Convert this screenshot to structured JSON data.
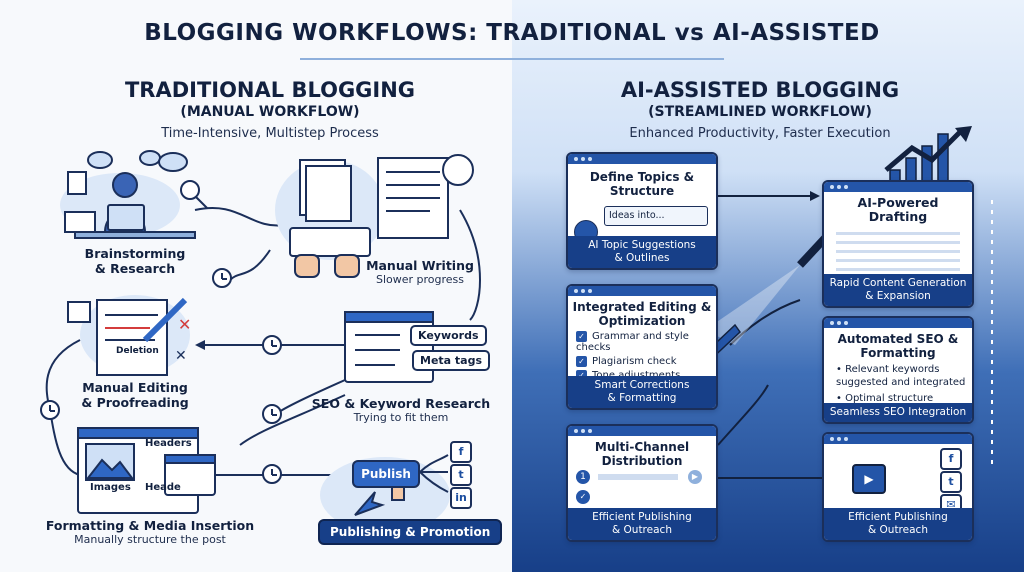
{
  "title": "BLOGGING WORKFLOWS: TRADITIONAL vs AI-ASSISTED",
  "traditional": {
    "heading": "TRADITIONAL BLOGGING",
    "subheading": "(MANUAL WORKFLOW)",
    "tagline": "Time-Intensive, Multistep Process",
    "steps": {
      "brainstorm": {
        "title_line1": "Brainstorming",
        "title_line2": "& Research"
      },
      "writing": {
        "title": "Manual Writing",
        "sub": "Slower progress"
      },
      "editing": {
        "title_line1": "Manual Editing",
        "title_line2": "& Proofreading",
        "deletion_label": "Deletion"
      },
      "seo": {
        "title": "SEO & Keyword Research",
        "sub": "Trying to fit them",
        "tag_keywords": "Keywords",
        "tag_meta": "Meta tags"
      },
      "formatting": {
        "title": "Formatting & Media Insertion",
        "sub": "Manually structure the post",
        "headers_label": "Headers",
        "images_label": "Images",
        "heade_label": "Heade"
      },
      "publishing": {
        "button": "Publish",
        "pill": "Publishing & Promotion",
        "social": [
          "f",
          "t",
          "in"
        ]
      }
    }
  },
  "ai": {
    "heading": "AI-ASSISTED BLOGGING",
    "subheading": "(STREAMLINED WORKFLOW)",
    "tagline": "Enhanced Productivity, Faster Execution",
    "cards": {
      "define": {
        "title": "Define Topics & Structure",
        "input": "Ideas into...",
        "foot_line1": "AI Topic Suggestions",
        "foot_line2": "& Outlines"
      },
      "drafting": {
        "title": "AI-Powered Drafting",
        "foot_line1": "Rapid Content Generation",
        "foot_line2": "& Expansion"
      },
      "editing": {
        "title_line1": "Integrated Editing &",
        "title_line2": "Optimization",
        "checks": [
          "Grammar and style checks",
          "Plagiarism check",
          "Tone adjustments"
        ],
        "foot_line1": "Smart Corrections",
        "foot_line2": "& Formatting"
      },
      "seo": {
        "title_line1": "Automated SEO &",
        "title_line2": "Formatting",
        "bullets": [
          "Relevant keywords suggested and integrated",
          "Optimal structure"
        ],
        "foot": "Seamless SEO Integration"
      },
      "distribution": {
        "title_line1": "Multi-Channel",
        "title_line2": "Distribution",
        "foot_line1": "Efficient Publishing",
        "foot_line2": "& Outreach"
      },
      "outreach": {
        "foot_line1": "Efficient Publishing",
        "foot_line2": "& Outreach",
        "social": [
          "f",
          "t",
          "✉"
        ]
      }
    }
  },
  "colors": {
    "navy": "#12213f",
    "blue": "#2455a8",
    "dark_blue": "#173f88",
    "light_blue": "#dce8f8"
  },
  "icons": [
    "person-laptop-icon",
    "magnifier-icon",
    "clock-icon",
    "document-stack-icon",
    "keyboard-icon",
    "hands-icon",
    "pen-icon",
    "browser-window-icon",
    "cursor-icon",
    "play-button-icon",
    "growth-chart-icon",
    "facebook-icon",
    "twitter-icon",
    "linkedin-icon",
    "mail-icon"
  ]
}
